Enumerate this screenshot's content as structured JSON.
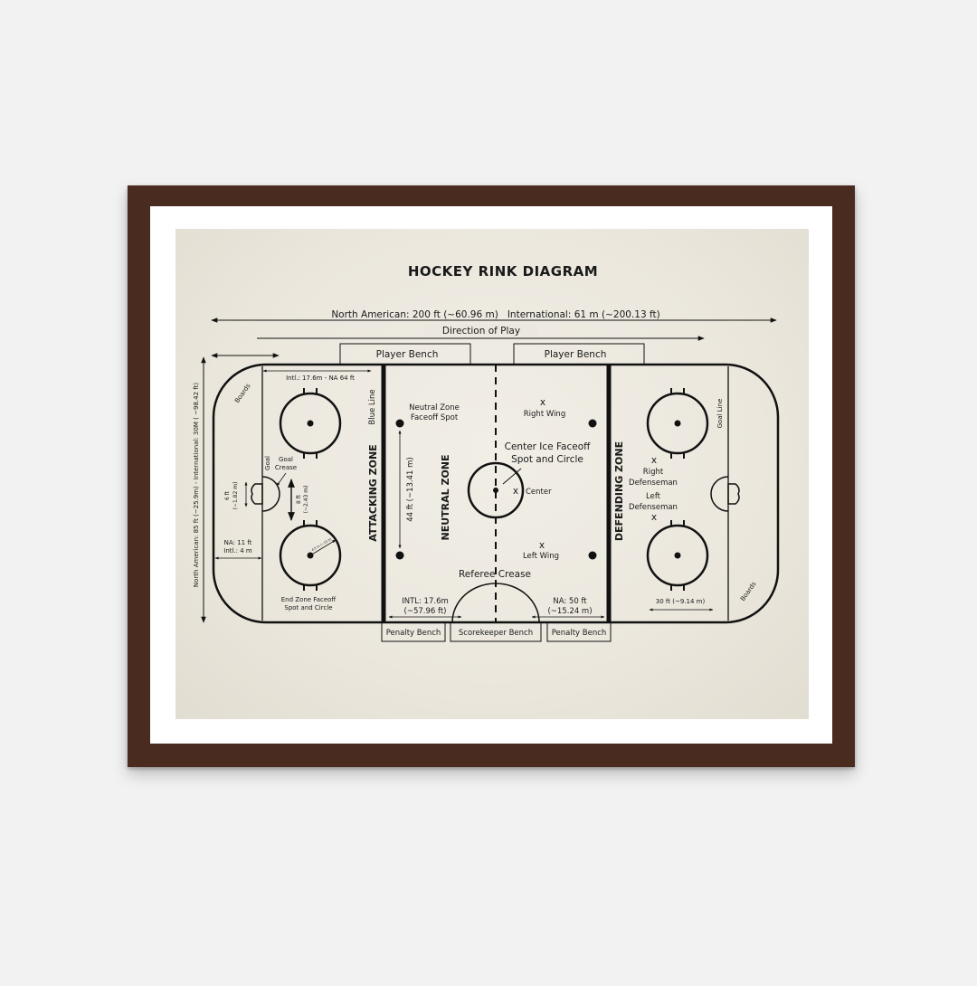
{
  "title": "HOCKEY RINK DIAGRAM",
  "length_label": "North American: 200 ft (~60.96 m)   International: 61 m (~200.13 ft)",
  "width_label": "North American: 85 ft (~25.9m) - International: 30M ( ~98.42 ft)",
  "direction_label": "Direction of Play",
  "player_bench_left": "Player Bench",
  "player_bench_right": "Player Bench",
  "penalty_bench_left": "Penalty Bench",
  "scorekeeper_bench": "Scorekeeper Bench",
  "penalty_bench_right": "Penalty Bench",
  "blue_line": "Blue Line",
  "goal_line": "Goal Line",
  "boards_left": "Boards",
  "boards_right": "Boards",
  "attacking_zone": "ATTACKING ZONE",
  "neutral_zone": "NEUTRAL ZONE",
  "defending_zone": "DEFENDING ZONE",
  "end_zone_dim": "Intl.: 17.6m - NA 64 ft",
  "neutral_spot_1": "Neutral Zone",
  "neutral_spot_2": "Faceoff Spot",
  "right_wing": "Right Wing",
  "left_wing": "Left Wing",
  "center": "Center",
  "center_ice_1": "Center Ice Faceoff",
  "center_ice_2": "Spot and Circle",
  "goal_crease_1": "Goal",
  "goal_crease_2": "Crease",
  "goal_label": "Goal",
  "dim_6ft_1": "6 ft",
  "dim_6ft_2": "(~1.82 m)",
  "dim_8ft_1": "8 ft",
  "dim_8ft_2": "(~2.43 m)",
  "dim_44ft": "44 ft (~13.41 m)",
  "na_11_1": "NA: 11 ft",
  "na_11_2": "Intl.: 4 m",
  "end_zone_faceoff_1": "End Zone Faceoff",
  "end_zone_faceoff_2": "Spot and Circle",
  "referee_crease": "Referee Crease",
  "intl_176_1": "INTL: 17.6m",
  "intl_176_2": "(~57.96 ft)",
  "na_50_1": "NA: 50 ft",
  "na_50_2": "(~15.24 m)",
  "right_defenseman_1": "Right",
  "right_defenseman_2": "Defenseman",
  "left_defenseman_1": "Left",
  "left_defenseman_2": "Defenseman",
  "dim_30ft": "30 ft (~9.14 m)",
  "radius_label": "4.5 m (~15 ft)",
  "player_marker": "x"
}
